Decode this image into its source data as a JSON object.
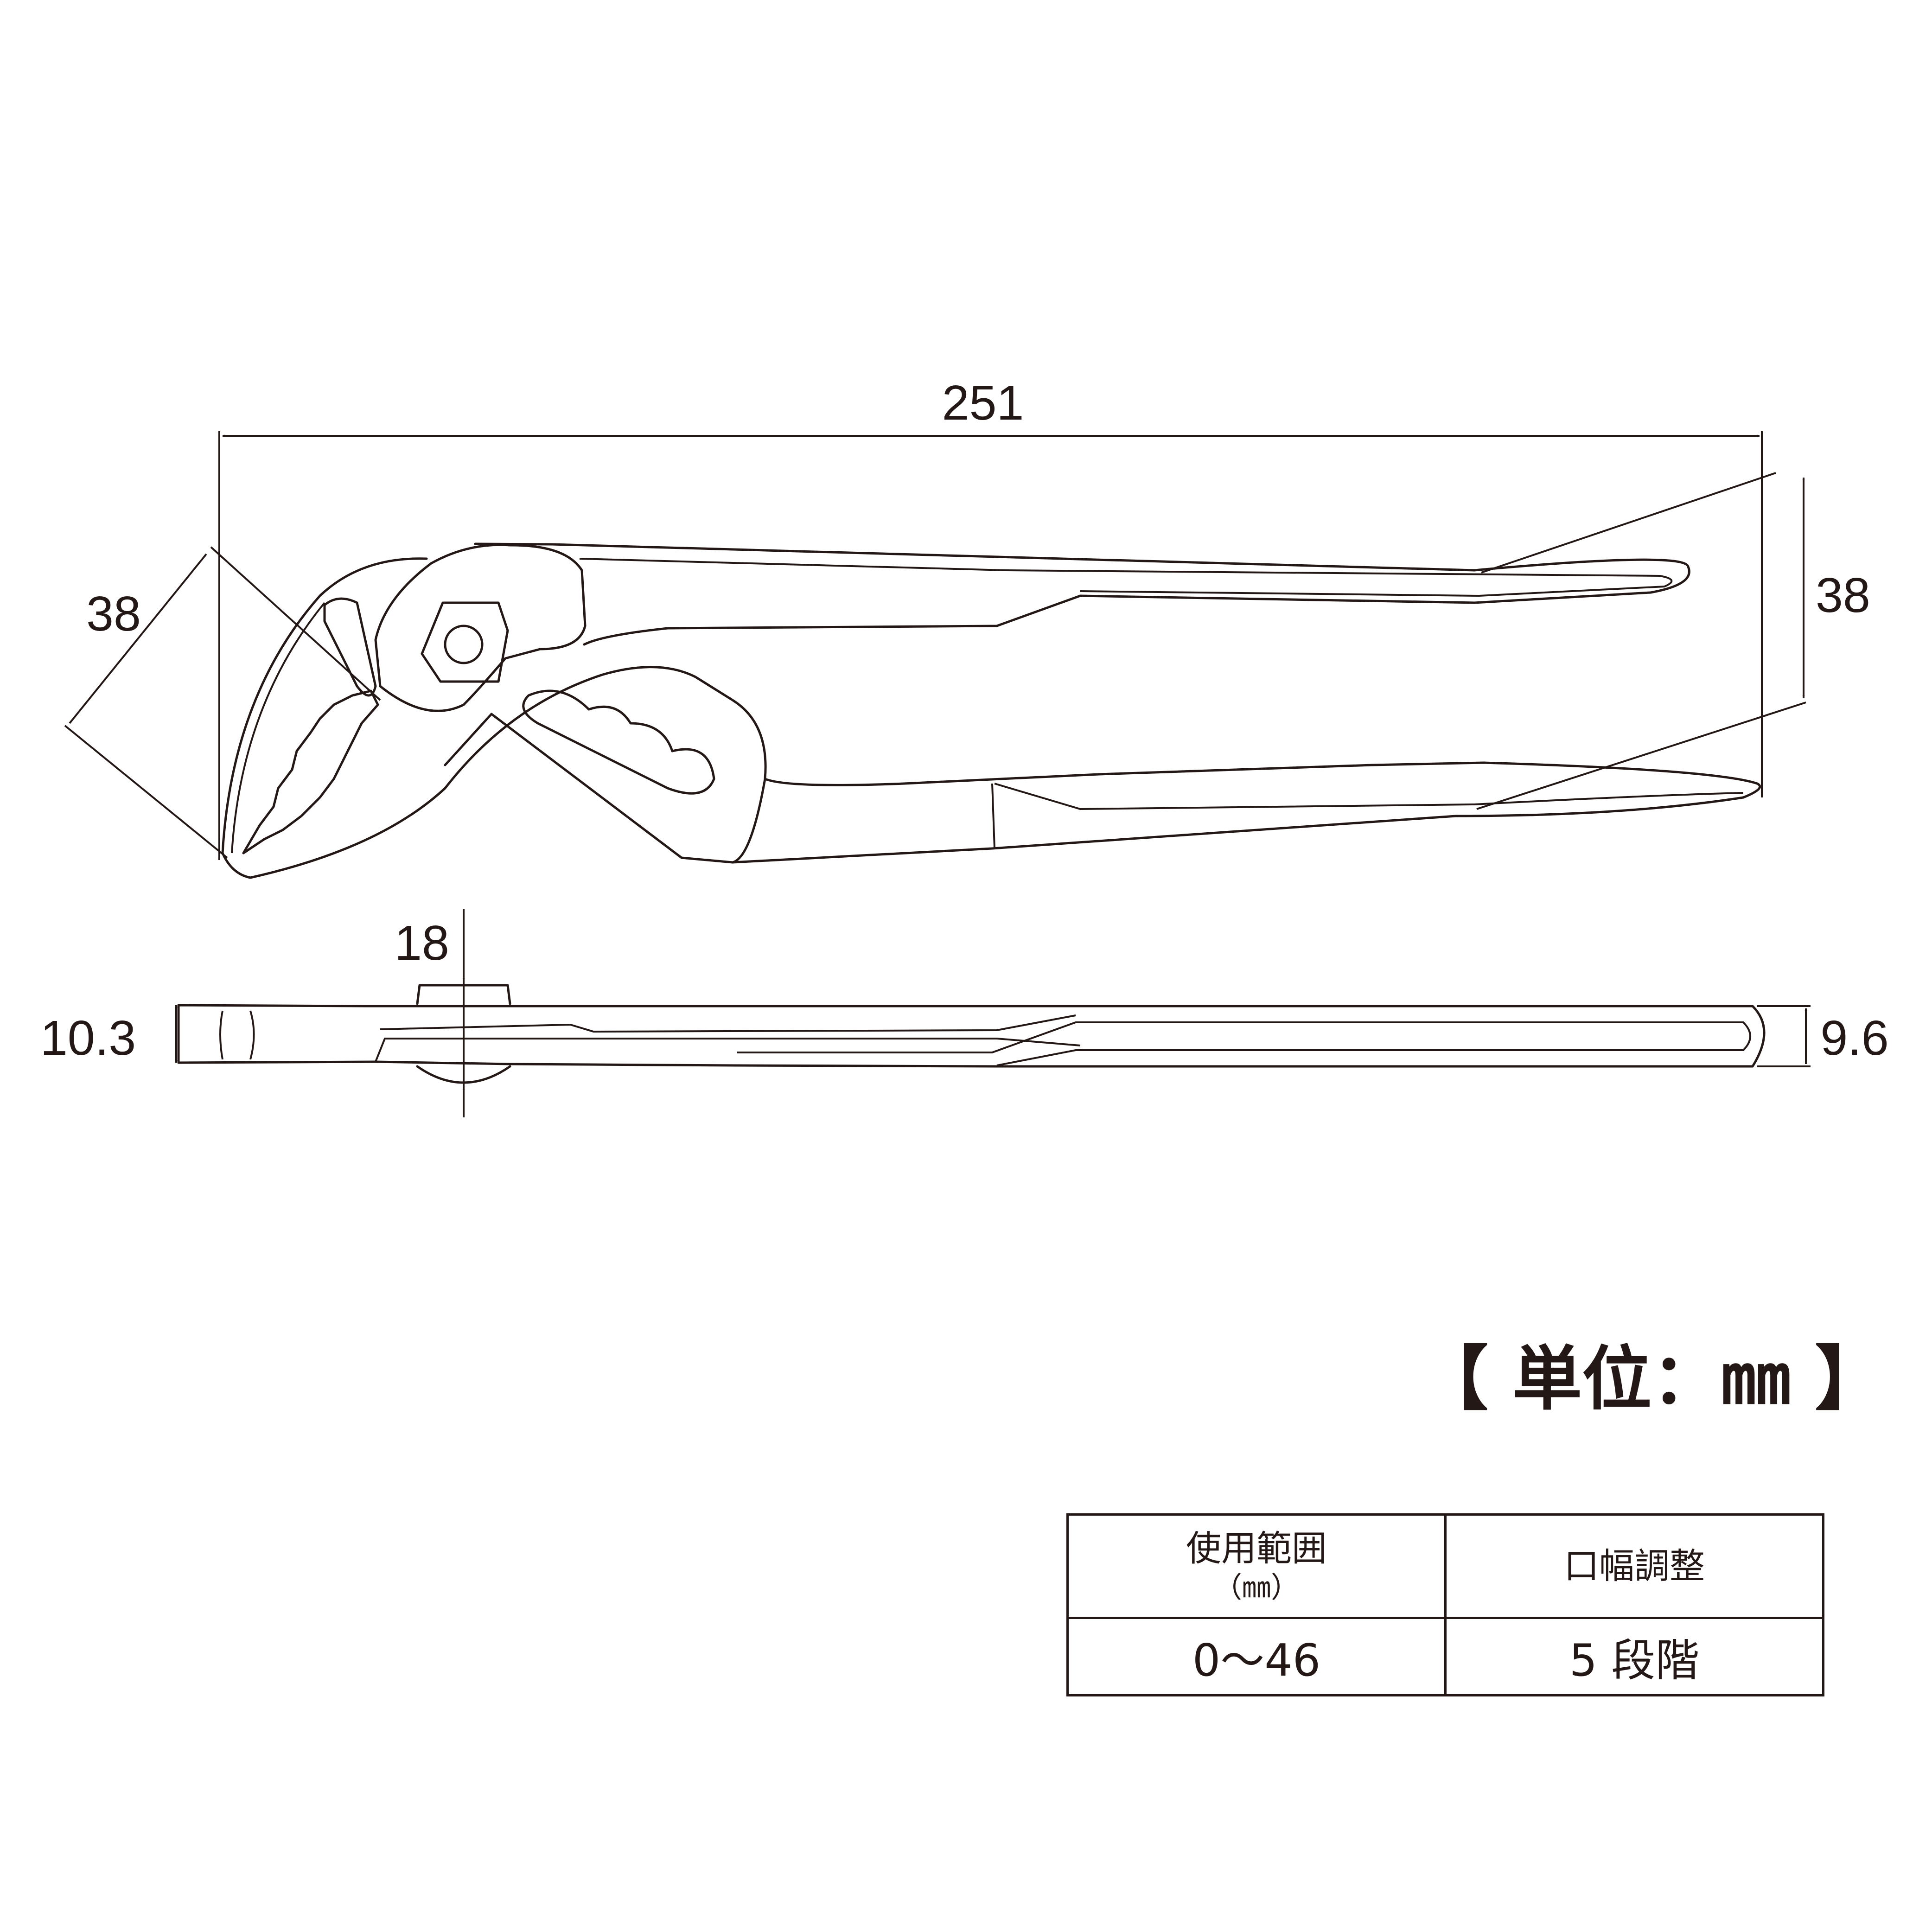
{
  "dimensions": {
    "overall_length": "251",
    "jaw_opening": "38",
    "handle_spread": "38",
    "pivot_thickness": "18",
    "head_thickness": "10.3",
    "handle_thickness": "9.6"
  },
  "unit_label": "【 単位：㎜ 】",
  "spec_table": {
    "headers": [
      {
        "line1": "使用範囲",
        "line2": "（㎜）"
      },
      {
        "line1": "口幅調整",
        "line2": ""
      }
    ],
    "values": [
      "0～46",
      "5 段階"
    ]
  },
  "colors": {
    "line": "#231815",
    "background": "#ffffff"
  }
}
